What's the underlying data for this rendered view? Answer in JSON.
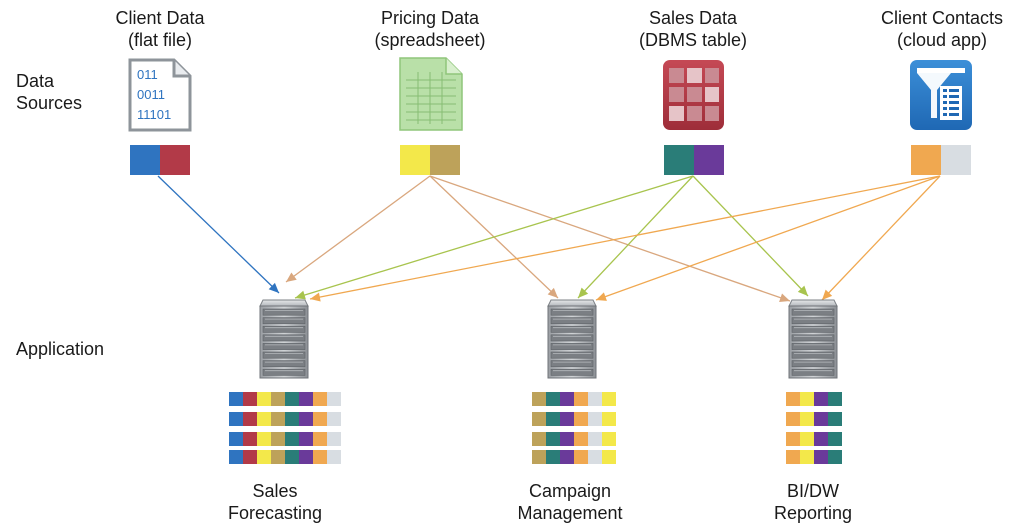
{
  "row_labels": {
    "sources": [
      "Data",
      "Sources"
    ],
    "application": "Application"
  },
  "sources": [
    {
      "id": "client-data",
      "title": "Client Data",
      "subtitle": "(flat file)",
      "icon": "flat-file-icon",
      "binary_lines": [
        "011",
        "0011",
        "11101"
      ],
      "colors": [
        "#2f74c0",
        "#b23a48"
      ]
    },
    {
      "id": "pricing-data",
      "title": "Pricing Data",
      "subtitle": "(spreadsheet)",
      "icon": "spreadsheet-icon",
      "colors": [
        "#f3e84a",
        "#bda25a"
      ]
    },
    {
      "id": "sales-data",
      "title": "Sales Data",
      "subtitle": "(DBMS table)",
      "icon": "database-table-icon",
      "colors": [
        "#2a7d78",
        "#6a3a9a"
      ]
    },
    {
      "id": "client-contacts",
      "title": "Client Contacts",
      "subtitle": "(cloud app)",
      "icon": "cloud-app-icon",
      "colors": [
        "#f0a850",
        "#d8dde2"
      ]
    }
  ],
  "applications": [
    {
      "id": "sales-forecasting",
      "title": [
        "Sales",
        "Forecasting"
      ],
      "icon": "server-icon",
      "stack_colors": [
        "#2f74c0",
        "#b23a48",
        "#f3e84a",
        "#bda25a",
        "#2a7d78",
        "#6a3a9a",
        "#f0a850",
        "#d8dde2"
      ]
    },
    {
      "id": "campaign-management",
      "title": [
        "Campaign",
        "Management"
      ],
      "icon": "server-icon",
      "stack_colors": [
        "#bda25a",
        "#2a7d78",
        "#6a3a9a",
        "#f0a850",
        "#d8dde2",
        "#f3e84a"
      ]
    },
    {
      "id": "bi-dw-reporting",
      "title": [
        "BI/DW",
        "Reporting"
      ],
      "icon": "server-icon",
      "stack_colors": [
        "#f0a850",
        "#f3e84a",
        "#6a3a9a",
        "#2a7d78"
      ]
    }
  ],
  "flows": [
    {
      "from": "client-data",
      "to": "sales-forecasting",
      "color": "#2f74c0"
    },
    {
      "from": "pricing-data",
      "to": "sales-forecasting",
      "color": "#d9a77e"
    },
    {
      "from": "pricing-data",
      "to": "campaign-management",
      "color": "#d9a77e"
    },
    {
      "from": "pricing-data",
      "to": "bi-dw-reporting",
      "color": "#d9a77e"
    },
    {
      "from": "sales-data",
      "to": "sales-forecasting",
      "color": "#a8c44e"
    },
    {
      "from": "sales-data",
      "to": "campaign-management",
      "color": "#a8c44e"
    },
    {
      "from": "sales-data",
      "to": "bi-dw-reporting",
      "color": "#a8c44e"
    },
    {
      "from": "client-contacts",
      "to": "sales-forecasting",
      "color": "#f0a850"
    },
    {
      "from": "client-contacts",
      "to": "campaign-management",
      "color": "#f0a850"
    },
    {
      "from": "client-contacts",
      "to": "bi-dw-reporting",
      "color": "#f0a850"
    }
  ]
}
